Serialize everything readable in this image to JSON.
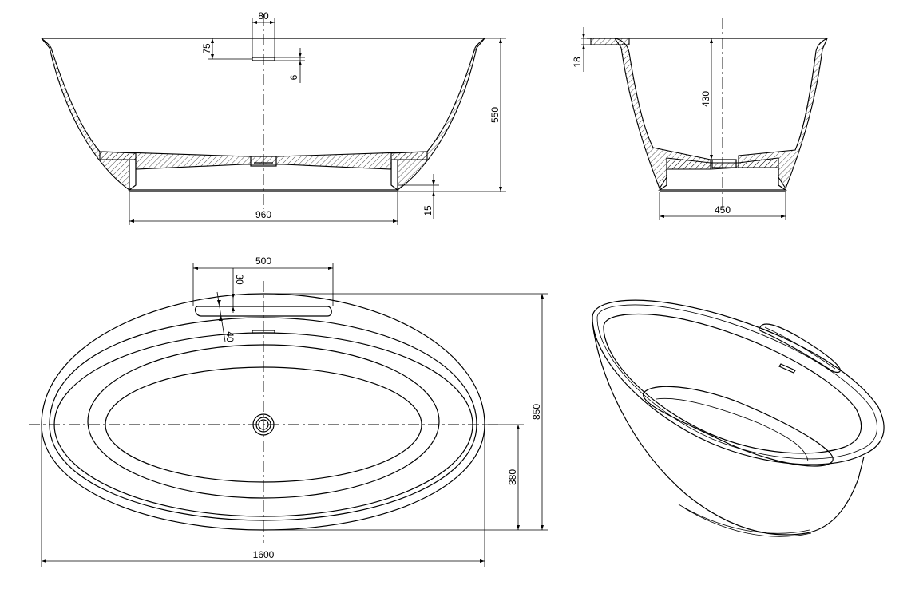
{
  "dimensions": {
    "side": {
      "overflow_width": "80",
      "overflow_height": "75",
      "overflow_depth": "6",
      "total_height": "550",
      "base_width": "960",
      "base_height": "15"
    },
    "end": {
      "rim_thickness": "18",
      "inner_depth": "430",
      "base_width": "450"
    },
    "plan": {
      "armrest_length": "500",
      "armrest_offset": "30",
      "armrest_width": "40",
      "total_width": "850",
      "half_width": "380",
      "total_length": "1600"
    }
  }
}
